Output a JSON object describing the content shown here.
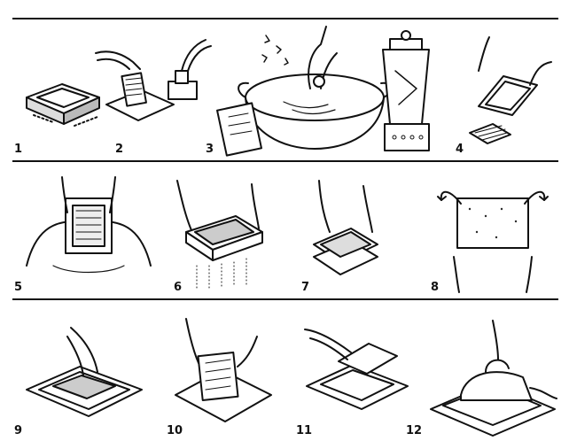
{
  "steps": [
    {
      "number": "1"
    },
    {
      "number": "2"
    },
    {
      "number": "3"
    },
    {
      "number": "4"
    },
    {
      "number": "5"
    },
    {
      "number": "6"
    },
    {
      "number": "7"
    },
    {
      "number": "8"
    },
    {
      "number": "9"
    },
    {
      "number": "10"
    },
    {
      "number": "11"
    },
    {
      "number": "12"
    }
  ],
  "colors": {
    "ink": "#111111",
    "paper": "#ffffff"
  },
  "icons": [
    "mould-and-deckle-icon",
    "hands-tearing-paper-icon",
    "vat-of-pulp-icon",
    "blender-icon",
    "dipping-mould-icon",
    "lifting-mould-icon",
    "draining-mould-icon",
    "removing-deckle-icon",
    "couching-icon",
    "pressing-sheet-icon",
    "lifting-sheet-icon",
    "ironing-sheet-icon"
  ]
}
